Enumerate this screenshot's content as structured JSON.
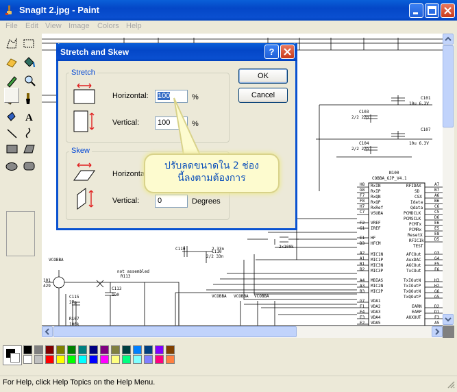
{
  "window": {
    "title": "SnagIt 2.jpg - Paint",
    "controls": [
      "_",
      "□",
      "×"
    ]
  },
  "menu": [
    "File",
    "Edit",
    "View",
    "Image",
    "Colors",
    "Help"
  ],
  "tools": [
    "free-select",
    "rect-select",
    "eraser",
    "fill",
    "picker",
    "magnifier",
    "pencil",
    "brush",
    "airbrush",
    "text",
    "line",
    "curve",
    "rectangle",
    "polygon",
    "ellipse",
    "rounded-rect"
  ],
  "dialog": {
    "title": "Stretch and Skew",
    "help_btn": "?",
    "close_btn": "×",
    "stretch": {
      "group_label": "Stretch",
      "horizontal_label": "Horizontal:",
      "horizontal_value": "100",
      "horizontal_unit": "%",
      "vertical_label": "Vertical:",
      "vertical_value": "100",
      "vertical_unit": "%"
    },
    "skew": {
      "group_label": "Skew",
      "horizontal_label": "Horizonta",
      "vertical_label": "Vertical:",
      "vertical_value": "0",
      "vertical_unit": "Degrees"
    },
    "ok": "OK",
    "cancel": "Cancel"
  },
  "callout": {
    "line1": "ปรับลดขนาดใน 2 ช่อง",
    "line2": "นี้ลงตามต้องการ"
  },
  "palette": {
    "row1": [
      "#000000",
      "#808080",
      "#800000",
      "#808000",
      "#008000",
      "#008080",
      "#000080",
      "#800080",
      "#808040",
      "#004040",
      "#0080FF",
      "#004080",
      "#8000FF",
      "#804000"
    ],
    "row2": [
      "#FFFFFF",
      "#C0C0C0",
      "#FF0000",
      "#FFFF00",
      "#00FF00",
      "#00FFFF",
      "#0000FF",
      "#FF00FF",
      "#FFFF80",
      "#00FF80",
      "#80FFFF",
      "#8080FF",
      "#FF0080",
      "#FF8040"
    ]
  },
  "status": "For Help, click Help Topics on the Help Menu.",
  "schematic": {
    "chip": "N100",
    "chip_sub": "COBBA_GJP_V4.1",
    "labels": [
      "C101",
      "10u 6.3V",
      "C107",
      "10u 6.3V",
      "C103",
      "2/2 27p",
      "C104",
      "2/2 27p",
      "C110",
      "2 33n",
      "C110",
      "2/2 33n",
      "2x100k",
      "VCOBBA",
      "R113",
      "not assembled",
      "C113",
      "1u0",
      "C115",
      "27p",
      "R107",
      "100k",
      "101",
      "429",
      "VCOBBA",
      "VCOBBA",
      "VCOBBA",
      "H8",
      "G8",
      "F7",
      "F8",
      "H7",
      "C7",
      "F2",
      "G1",
      "E1",
      "D3",
      "A2",
      "A1",
      "B1",
      "B2",
      "A4",
      "A3",
      "B3",
      "G7",
      "F1",
      "E4",
      "E3",
      "E2",
      "RxIN",
      "RxIP",
      "RxQN",
      "RxQP",
      "RxRef",
      "VSUBA",
      "VREF",
      "IREF",
      "HF",
      "HFCM",
      "MIC1N",
      "MIC1P",
      "MIC3N",
      "MIC3P",
      "MBIAS",
      "MIC2N",
      "MIC2P",
      "VDA1",
      "VDA2",
      "VDA3",
      "VDA4",
      "VDA5",
      "RFIDAX",
      "SD",
      "CSX",
      "Idata",
      "Qdata",
      "PCMDCLK",
      "PCMSCLK",
      "PCMTx",
      "PCMRx",
      "ResetX",
      "RFICIk",
      "TEST",
      "AFCOut",
      "AuxDAC",
      "AGCOut",
      "TxCOut",
      "TxIOutN",
      "TxIOutP",
      "TxQOutN",
      "TxQOutP",
      "EARN",
      "EARP",
      "AUXOUT",
      "A7",
      "B7",
      "A6",
      "B6",
      "C6",
      "C5",
      "D6",
      "E6",
      "E5",
      "E8",
      "D5",
      "G3",
      "G4",
      "F5",
      "F6",
      "H3",
      "H2",
      "G6",
      "G5",
      "D2",
      "D1",
      "F3",
      "A5"
    ]
  }
}
